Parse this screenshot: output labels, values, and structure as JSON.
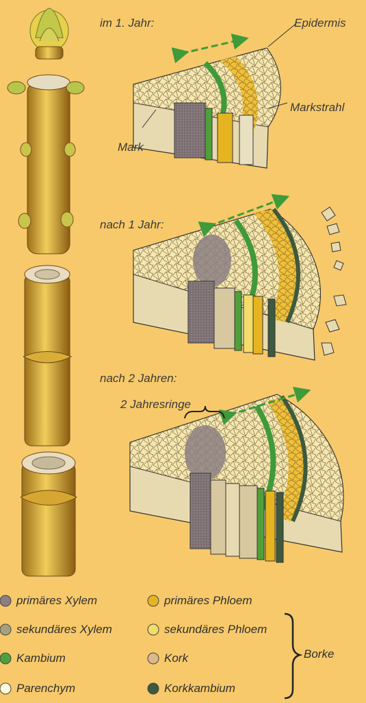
{
  "labels": {
    "year1": "im 1. Jahr:",
    "epidermis": "Epidermis",
    "markstrahl": "Markstrahl",
    "mark": "Mark",
    "after1": "nach 1 Jahr:",
    "after2": "nach 2 Jahren:",
    "rings": "2 Jahresringe",
    "borke": "Borke"
  },
  "legend": [
    {
      "label": "primäres Xylem",
      "color": "#8c7f82"
    },
    {
      "label": "sekundäres Xylem",
      "color": "#a6a07f"
    },
    {
      "label": "Kambium",
      "color": "#4fa03a"
    },
    {
      "label": "Parenchym",
      "color": "#fff8dc"
    },
    {
      "label": "primäres Phloem",
      "color": "#e7b421"
    },
    {
      "label": "sekundäres Phloem",
      "color": "#f4dc6a"
    },
    {
      "label": "Kork",
      "color": "#dcb88a"
    },
    {
      "label": "Korkkambium",
      "color": "#3d5a3e"
    }
  ],
  "colors": {
    "background": "#f7c96a",
    "arrow": "#3f9a3a",
    "stem": "#e2b53a"
  }
}
